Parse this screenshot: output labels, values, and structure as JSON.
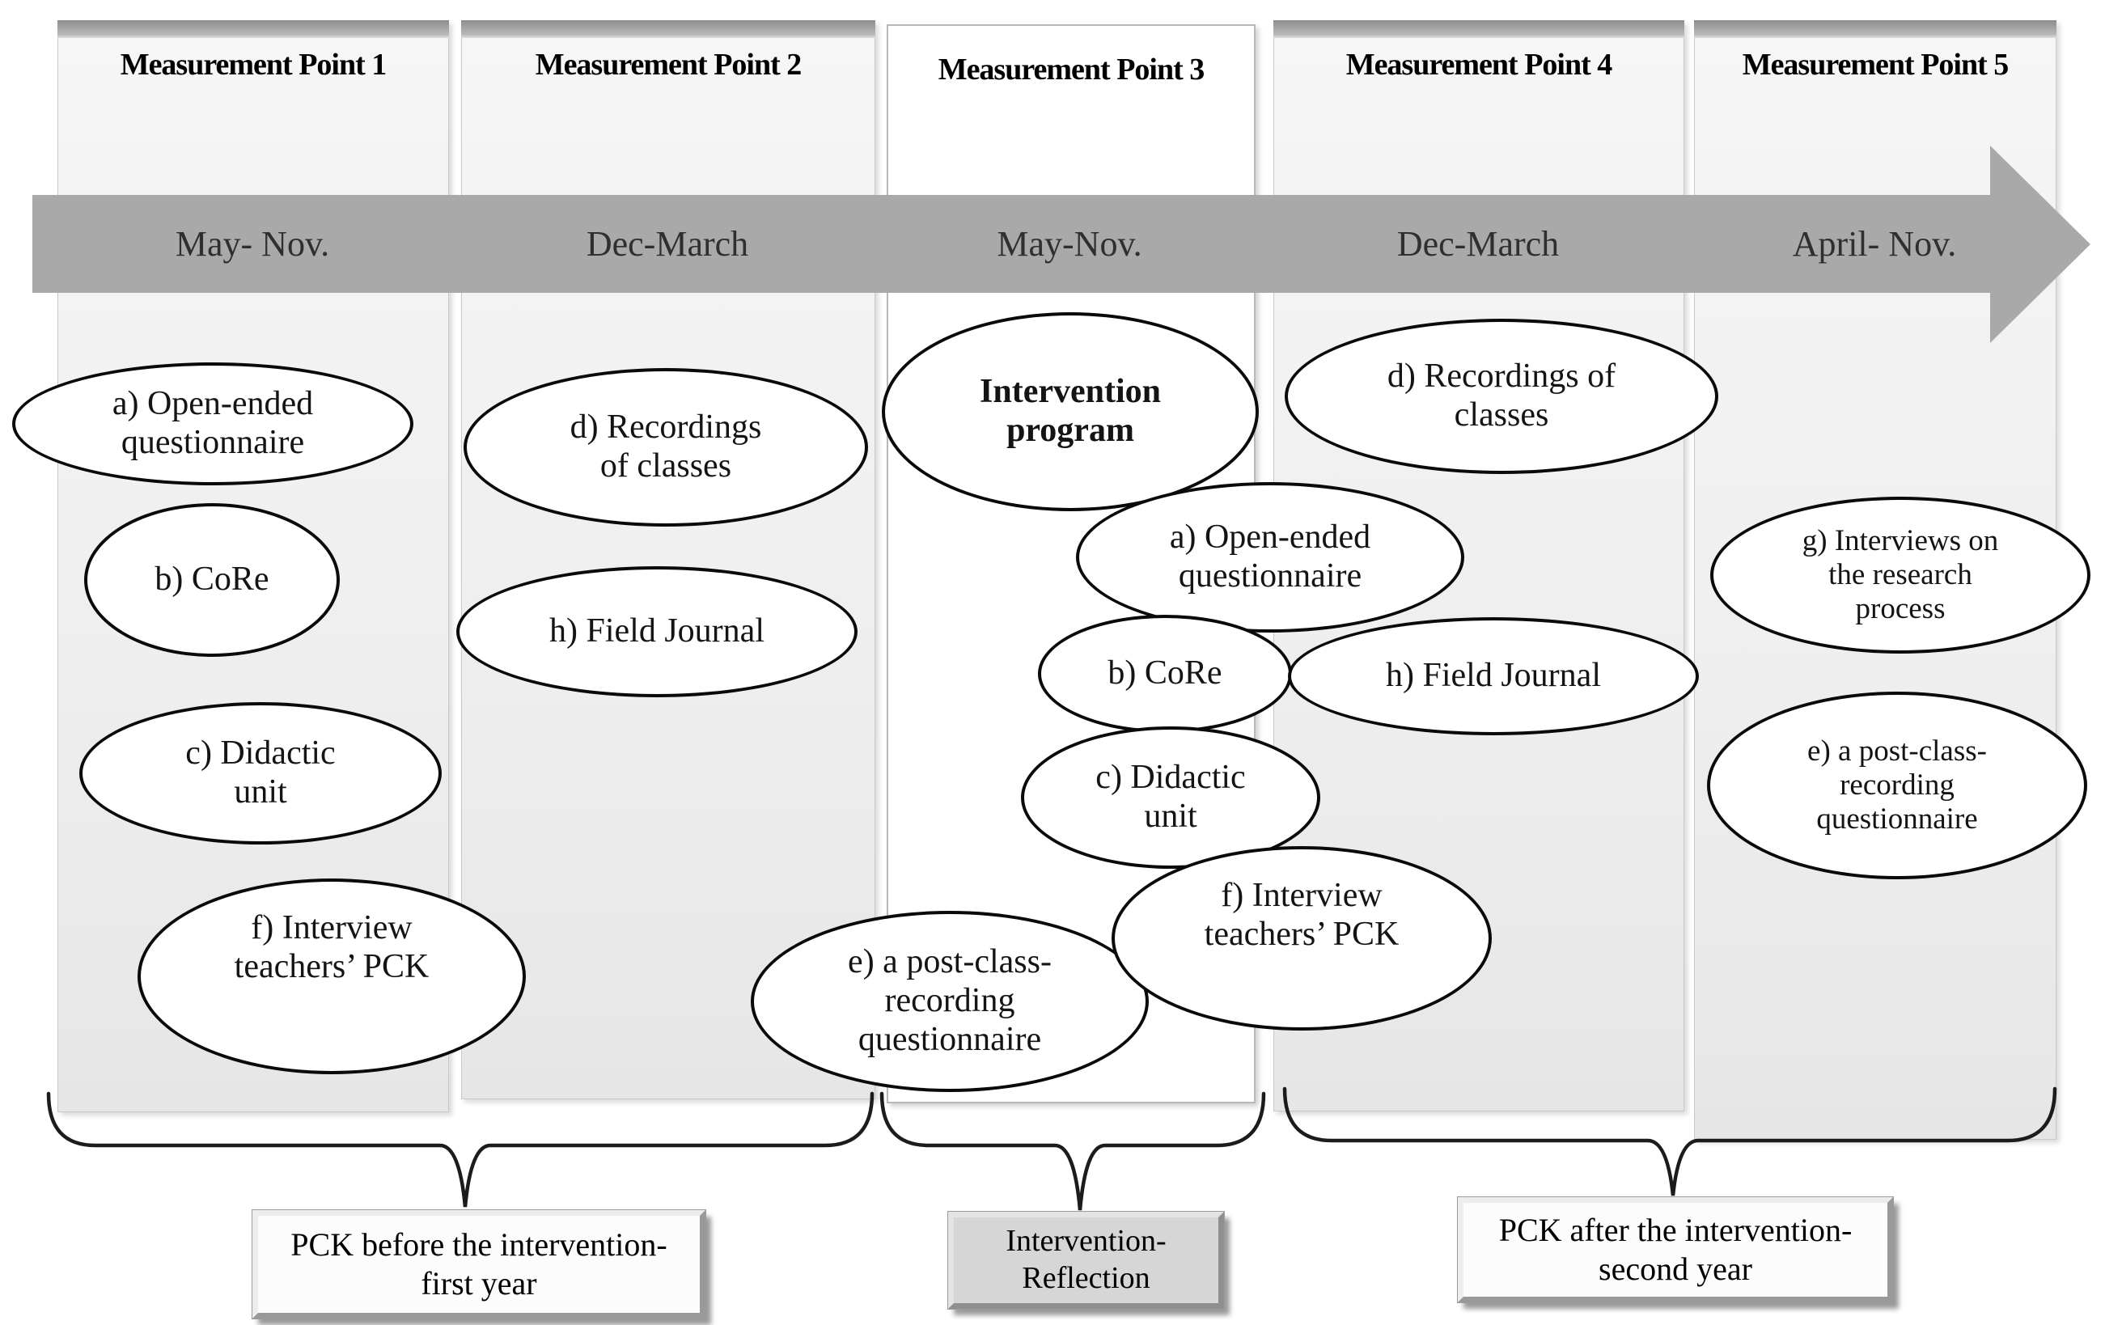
{
  "measurement_points": [
    {
      "title": "Measurement Point 1",
      "period": "May- Nov."
    },
    {
      "title": "Measurement Point 2",
      "period": "Dec-March"
    },
    {
      "title": "Measurement Point 3",
      "period": "May-Nov."
    },
    {
      "title": "Measurement Point 4",
      "period": "Dec-March"
    },
    {
      "title": "Measurement Point 5",
      "period": "April- Nov."
    }
  ],
  "instruments": {
    "mp1_open_ended": [
      "a) Open-ended",
      "questionnaire"
    ],
    "mp1_core": [
      "b) CoRe"
    ],
    "mp1_didactic": [
      "c) Didactic",
      "unit"
    ],
    "mp1_interview": [
      "f) Interview",
      "teachers’ PCK"
    ],
    "mp2_recordings": [
      "d) Recordings",
      "of classes"
    ],
    "mp2_field_journal": [
      "h) Field Journal"
    ],
    "mp2_post_class": [
      "e) a post-class-",
      "recording",
      "questionnaire"
    ],
    "mp3_intervention": [
      "Intervention",
      "program"
    ],
    "mp3_open_ended": [
      "a) Open-ended",
      "questionnaire"
    ],
    "mp3_core": [
      "b) CoRe"
    ],
    "mp3_didactic": [
      "c) Didactic",
      "unit"
    ],
    "mp3_interview": [
      "f) Interview",
      "teachers’ PCK"
    ],
    "mp3_field_journal": [
      "h) Field Journal"
    ],
    "mp4_recordings": [
      "d) Recordings of",
      "classes"
    ],
    "mp5_interviews_research": [
      "g) Interviews on",
      "the research",
      "process"
    ],
    "mp5_post_class": [
      "e) a post-class-",
      "recording",
      "questionnaire"
    ]
  },
  "phases": {
    "before": [
      "PCK before the intervention-",
      "first year"
    ],
    "reflection": [
      "Intervention-",
      "Reflection"
    ],
    "after": [
      "PCK after the intervention-",
      "second year"
    ]
  },
  "colors": {
    "timeline_arrow": "#a9a9a9",
    "column_fill": "#efefef",
    "column_highlight_fill": "#ffffff",
    "column_cap": "#8d8d8d",
    "ellipse_outline": "#0a0a0a",
    "phase_box_gray": "#d6d6d6"
  }
}
